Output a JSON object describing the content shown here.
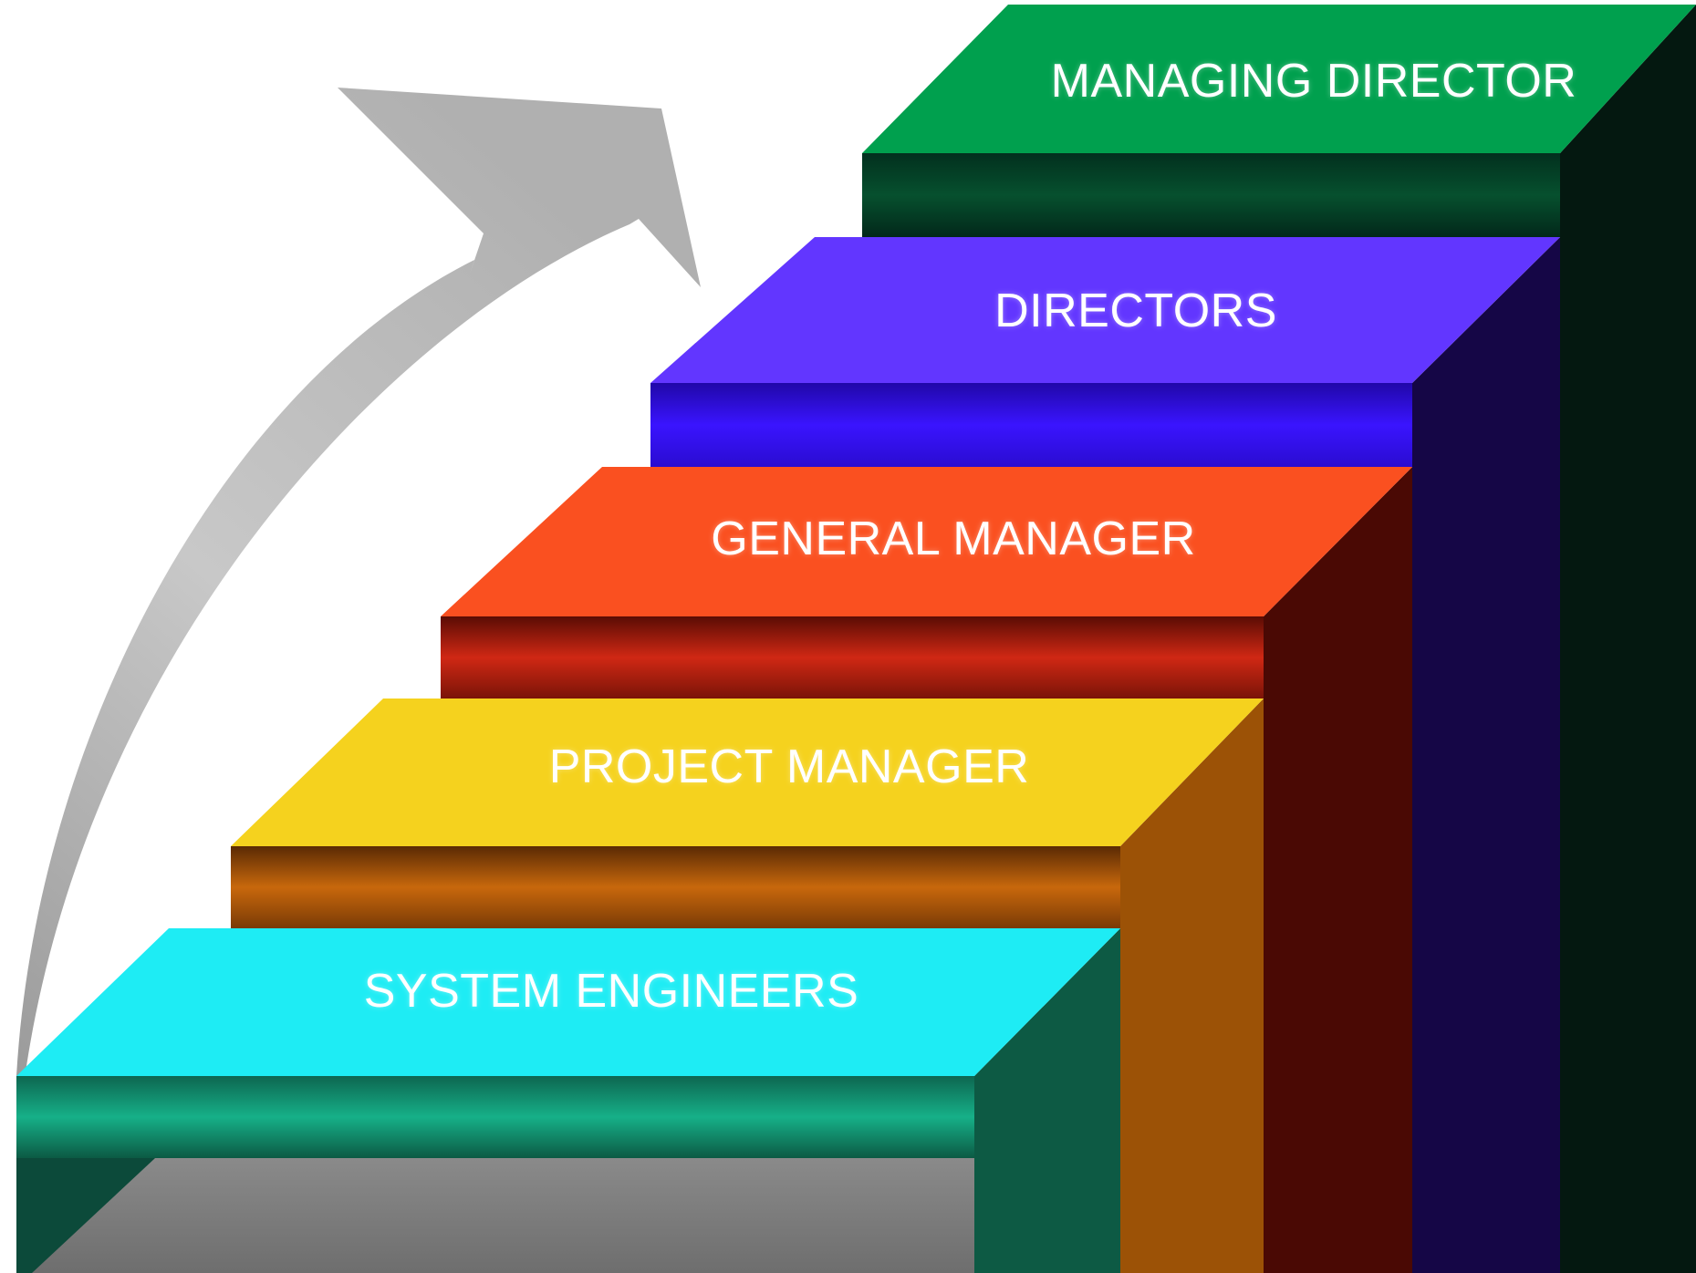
{
  "diagram": {
    "type": "career-ladder-staircase",
    "arrow": {
      "icon": "curved-up-arrow-icon",
      "color": "#b4b4b4"
    },
    "steps": [
      {
        "label": "SYSTEM ENGINEERS",
        "top_color": "#1eecf4",
        "front_color": "#0e8a6a",
        "side_color": "#0d5a44"
      },
      {
        "label": "PROJECT MANAGER",
        "top_color": "#f5d21e",
        "front_color": "#a8560c",
        "side_color": "#9c5206"
      },
      {
        "label": "GENERAL MANAGER",
        "top_color": "#fa5020",
        "front_color": "#a82010",
        "side_color": "#4a0904"
      },
      {
        "label": "DIRECTORS",
        "top_color": "#6236ff",
        "front_color": "#3410f0",
        "side_color": "#150646"
      },
      {
        "label": "MANAGING DIRECTOR",
        "top_color": "#00a04e",
        "front_color": "#04402a",
        "side_color": "#041810"
      }
    ]
  }
}
